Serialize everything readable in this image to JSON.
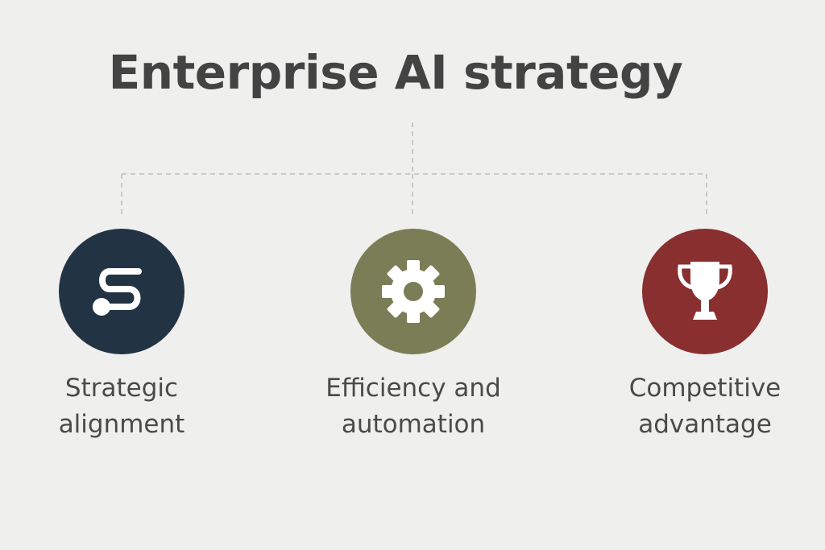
{
  "title": "Enterprise AI strategy",
  "nodes": [
    {
      "icon": "path-route-icon",
      "color": "#223443",
      "label_lines": [
        "Strategic",
        "alignment"
      ]
    },
    {
      "icon": "gear-icon",
      "color": "#7b7d56",
      "label_lines": [
        "Efficiency and",
        "automation"
      ]
    },
    {
      "icon": "trophy-icon",
      "color": "#8a2f2f",
      "label_lines": [
        "Competitive",
        "advantage"
      ]
    }
  ],
  "connector_color": "#c9c9c6"
}
